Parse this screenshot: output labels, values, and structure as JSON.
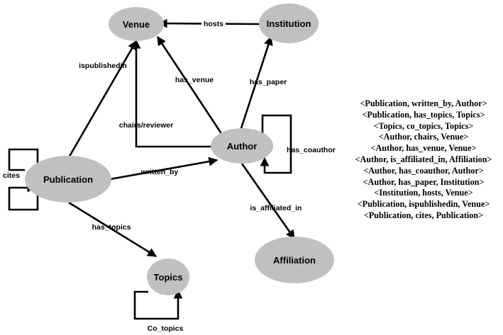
{
  "nodes": {
    "venue": "Venue",
    "institution": "Institution",
    "author": "Author",
    "publication": "Publication",
    "topics": "Topics",
    "affiliation": "Affiliation"
  },
  "edges": {
    "hosts": "hosts",
    "ispublishedin": "ispublishedin",
    "has_venue": "has_venue",
    "has_paper": "has_paper",
    "chairs_reviewer": "chairs/reviewer",
    "has_coauthor": "has_coauthor",
    "written_by": "written_by",
    "cites": "cites",
    "has_topics": "has_topics",
    "is_affiliated_in": "is_affiliated_in",
    "co_topics": "Co_topics"
  },
  "triples": [
    "<Publication, written_by, Author>",
    "<Publication, has_topics, Topics>",
    "<Topics, co_topics, Topics>",
    "<Author, chairs, Venue>",
    "<Author, has_venue, Venue>",
    "<Author, is_affiliated_in, Affiliation>",
    "<Author, has_coauthor, Author>",
    "<Author, has_paper, Institution>",
    "<Institution, hosts, Venue>",
    "<Publication, ispublishedin, Venue>",
    "<Publication, cites, Publication>"
  ]
}
